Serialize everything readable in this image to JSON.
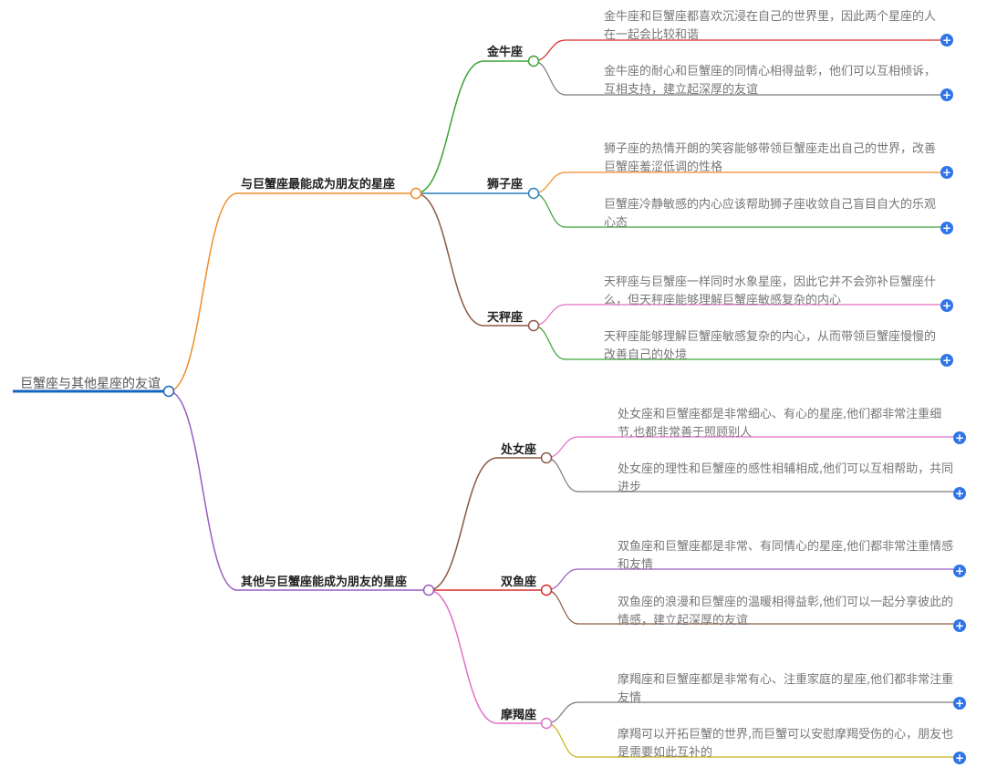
{
  "root": {
    "label": "巨蟹座与其他星座的友谊",
    "color": "#1565c0"
  },
  "branches": [
    {
      "label": "与巨蟹座最能成为朋友的星座",
      "color": "#f08c2a",
      "children": [
        {
          "label": "金牛座",
          "color": "#3aa335",
          "leaves": [
            {
              "text": "金牛座和巨蟹座都喜欢沉浸在自己的世界里，因此两个星座的人在一起会比较和谐",
              "color": "#d92b2b"
            },
            {
              "text": "金牛座的耐心和巨蟹座的同情心相得益彰，他们可以互相倾诉，互相支持，建立起深厚的友谊",
              "color": "#7a7a7a"
            }
          ]
        },
        {
          "label": "狮子座",
          "color": "#2a7fb8",
          "leaves": [
            {
              "text": "狮子座的热情开朗的笑容能够带领巨蟹座走出自己的世界，改善巨蟹座羞涩低调的性格",
              "color": "#f08c2a"
            },
            {
              "text": "巨蟹座冷静敏感的内心应该帮助狮子座收敛自己盲目自大的乐观心态",
              "color": "#3aa335"
            }
          ]
        },
        {
          "label": "天秤座",
          "color": "#8b5a44",
          "leaves": [
            {
              "text": "天秤座与巨蟹座一样同时水象星座，因此它并不会弥补巨蟹座什么，但天秤座能够理解巨蟹座敏感复杂的内心",
              "color": "#e36fc8"
            },
            {
              "text": "天秤座能够理解巨蟹座敏感复杂的内心，从而带领巨蟹座慢慢的改善自己的处境",
              "color": "#3aa335"
            }
          ]
        }
      ]
    },
    {
      "label": "其他与巨蟹座能成为朋友的星座",
      "color": "#9a5bc4",
      "children": [
        {
          "label": "处女座",
          "color": "#8b5a44",
          "leaves": [
            {
              "text": "处女座和巨蟹座都是非常细心、有心的星座,他们都非常注重细节,也都非常善于照顾别人",
              "color": "#e36fc8"
            },
            {
              "text": "处女座的理性和巨蟹座的感性相辅相成,他们可以互相帮助，共同进步",
              "color": "#7a7a7a"
            }
          ]
        },
        {
          "label": "双鱼座",
          "color": "#d92b2b",
          "leaves": [
            {
              "text": "双鱼座和巨蟹座都是非常、有同情心的星座,他们都非常注重情感和友情",
              "color": "#9a5bc4"
            },
            {
              "text": "双鱼座的浪漫和巨蟹座的温暖相得益彰,他们可以一起分享彼此的情感，建立起深厚的友谊",
              "color": "#8b5a44"
            }
          ]
        },
        {
          "label": "摩羯座",
          "color": "#e36fc8",
          "leaves": [
            {
              "text": "摩羯座和巨蟹座都是非常有心、注重家庭的星座,他们都非常注重友情",
              "color": "#7a7a7a"
            },
            {
              "text": "摩羯可以开拓巨蟹的世界,而巨蟹可以安慰摩羯受伤的心，朋友也是需要如此互补的",
              "color": "#c9b41c"
            }
          ]
        }
      ]
    }
  ],
  "expand_symbol": "+"
}
